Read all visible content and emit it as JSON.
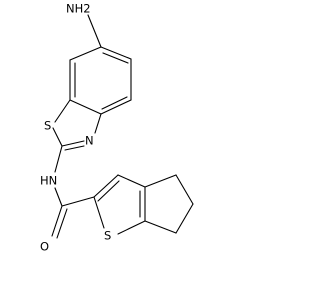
{
  "diagram": {
    "type": "chemical-structure",
    "atoms": {
      "amino": "NH2",
      "amide_nh": "HN",
      "benzothiazole_s": "S",
      "benzothiazole_n": "N",
      "thiophene_s": "S",
      "carbonyl_o": "O"
    }
  }
}
